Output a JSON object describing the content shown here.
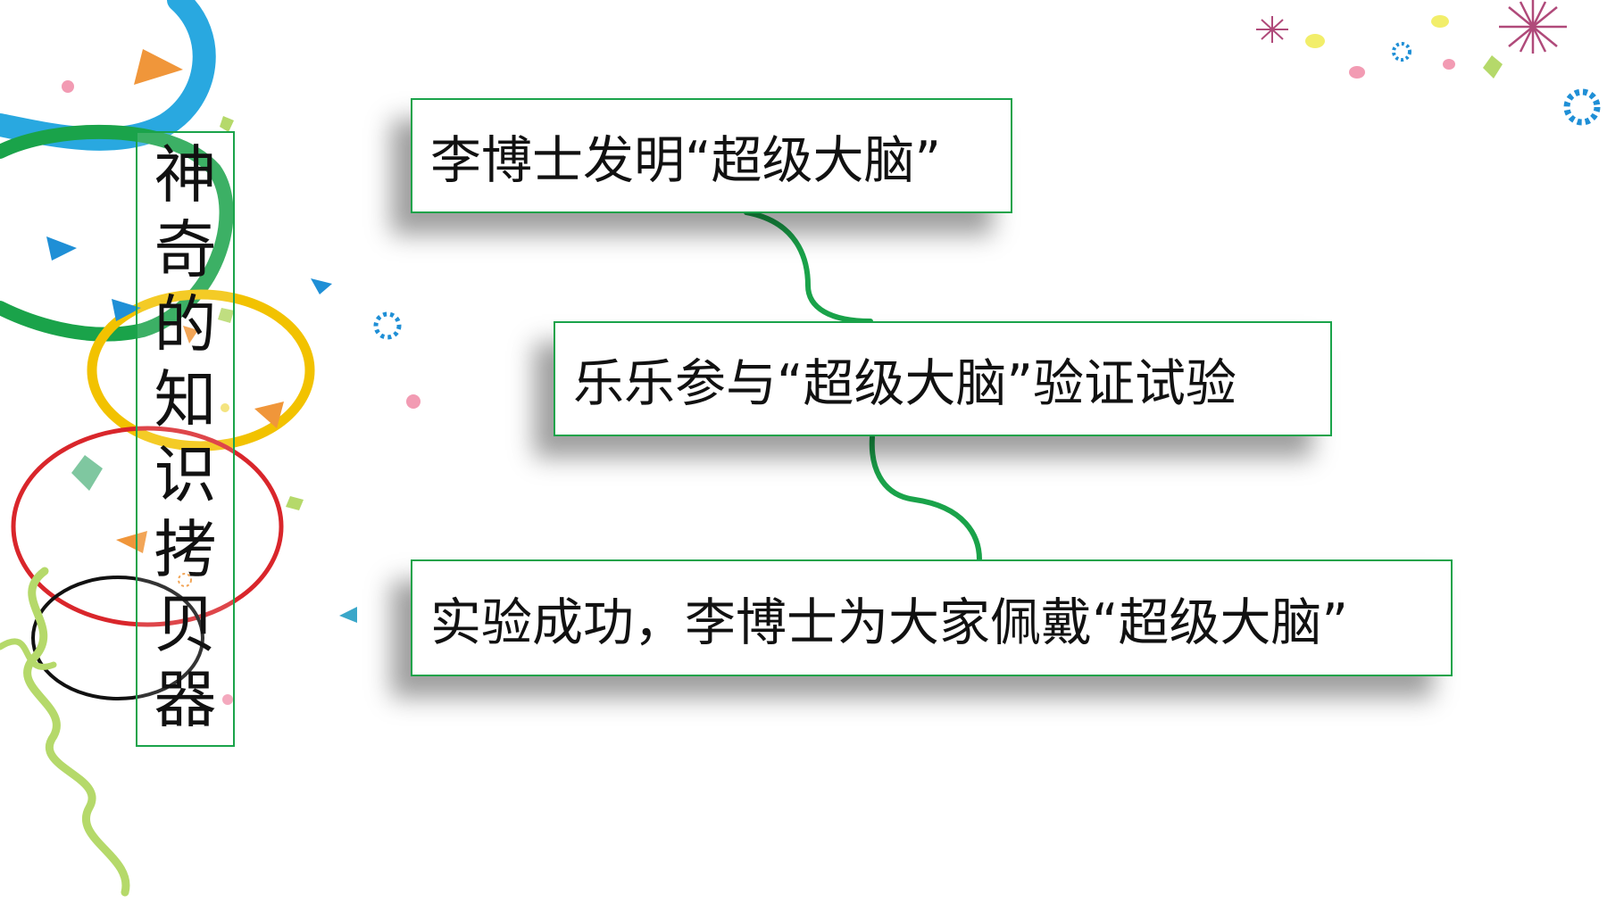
{
  "title_chars": [
    "神",
    "奇",
    "的",
    "知",
    "识",
    "拷",
    "贝",
    "器"
  ],
  "steps": [
    {
      "text": "李博士发明“超级大脑”"
    },
    {
      "text": "乐乐参与“超级大脑”验证试验"
    },
    {
      "text": "实验成功，李博士为大家佩戴“超级大脑”"
    }
  ],
  "colors": {
    "box_border": "#1aa34a",
    "connector": "#1aa34a",
    "ribbon_blue": "#29a8e0",
    "ribbon_green": "#1aa34a",
    "ribbon_yellow": "#f2c200",
    "ribbon_red": "#d9262b",
    "ribbon_black": "#111111",
    "ribbon_lime": "#b5d96a"
  }
}
